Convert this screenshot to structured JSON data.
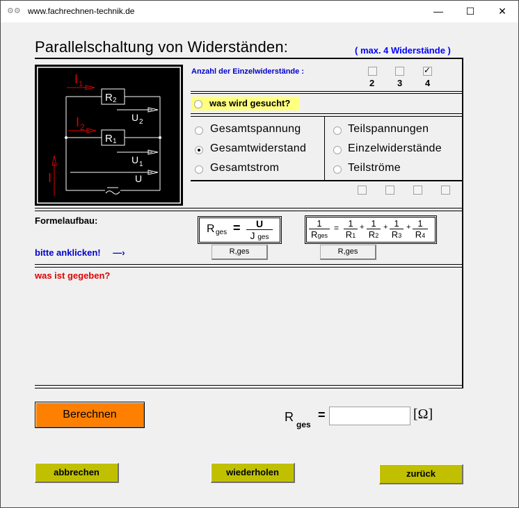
{
  "window": {
    "title": "www.fachrechnen-technik.de",
    "minimize": "—",
    "maximize": "☐",
    "close": "✕"
  },
  "header": {
    "title": "Parallelschaltung von Widerständen:",
    "max_note": "( max. 4 Widerstände )"
  },
  "circuit": {
    "labels": {
      "I1": "I",
      "I1_sub": "1",
      "I2": "I",
      "I2_sub": "2",
      "I": "I",
      "R2": "R",
      "R2_sub": "2",
      "R1": "R",
      "R1_sub": "1",
      "U2": "U",
      "U2_sub": "2",
      "U1": "U",
      "U1_sub": "1",
      "U": "U",
      "source": "~"
    },
    "colors": {
      "current": "#e00000",
      "wire": "#ffffff",
      "background": "#000000"
    }
  },
  "resistor_count": {
    "label": "Anzahl der Einzelwiderstände :",
    "options": [
      {
        "value": "2",
        "checked": false
      },
      {
        "value": "3",
        "checked": false
      },
      {
        "value": "4",
        "checked": true
      }
    ]
  },
  "search": {
    "label": "was wird gesucht?"
  },
  "sought": {
    "left": [
      {
        "label": "Gesamtspannung",
        "selected": false
      },
      {
        "label": "Gesamtwiderstand",
        "selected": true
      },
      {
        "label": "Gesamtstrom",
        "selected": false
      }
    ],
    "right": [
      {
        "label": "Teilspannungen",
        "selected": false
      },
      {
        "label": "Einzelwiderstände",
        "selected": false
      },
      {
        "label": "Teilströme",
        "selected": false
      }
    ],
    "sub_checkboxes": [
      false,
      false,
      false,
      false
    ]
  },
  "formula": {
    "heading": "Formelaufbau:",
    "hint": "bitte anklicken!",
    "hint_arrow": "—›",
    "f1": {
      "lhs": "R",
      "lhs_sub": "ges",
      "eq": "=",
      "num": "U",
      "den": "J",
      "den_sub": "ges",
      "button": "R,ges"
    },
    "f2": {
      "num": "1",
      "den": "R",
      "den_sub": "ges",
      "eq": "=",
      "terms": [
        {
          "num": "1",
          "den": "R",
          "sub": "1"
        },
        {
          "num": "1",
          "den": "R",
          "sub": "2"
        },
        {
          "num": "1",
          "den": "R",
          "sub": "3"
        },
        {
          "num": "1",
          "den": "R",
          "sub": "4"
        }
      ],
      "plus": "+",
      "button": "R,ges"
    }
  },
  "given": {
    "label": "was ist gegeben?"
  },
  "result": {
    "calc_button": "Berechnen",
    "label": "R",
    "label_sub": "ges",
    "eq": "=",
    "value": "",
    "unit": "[Ω]"
  },
  "footer": {
    "cancel": "abbrechen",
    "repeat": "wiederholen",
    "back": "zurück"
  }
}
